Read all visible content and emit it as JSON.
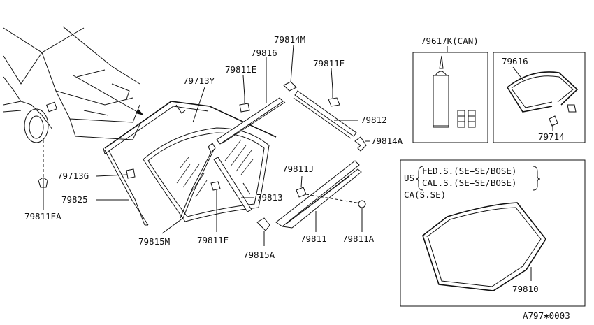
{
  "labels": {
    "p79814M": "79814M",
    "p79816": "79816",
    "p79811E_a": "79811E",
    "p79811E_b": "79811E",
    "p79811E_c": "79811E",
    "p79713Y": "79713Y",
    "p79812": "79812",
    "p79814A": "79814A",
    "p79713G": "79713G",
    "p79811J": "79811J",
    "p79825": "79825",
    "p79813": "79813",
    "p79811EA": "79811EA",
    "p79815M": "79815M",
    "p79811": "79811",
    "p79811A": "79811A",
    "p79815A": "79815A",
    "p79617K": "79617K(CAN)",
    "p79616": "79616",
    "p79714": "79714",
    "p79810": "79810"
  },
  "spec_box": {
    "us_prefix": "US",
    "us_line1": "FED.S.(SE+SE/BOSE)",
    "us_line2": "CAL.S.(SE+SE/BOSE)",
    "ca_line": "CA(S.SE)"
  },
  "figure_code": "A797✱0003"
}
